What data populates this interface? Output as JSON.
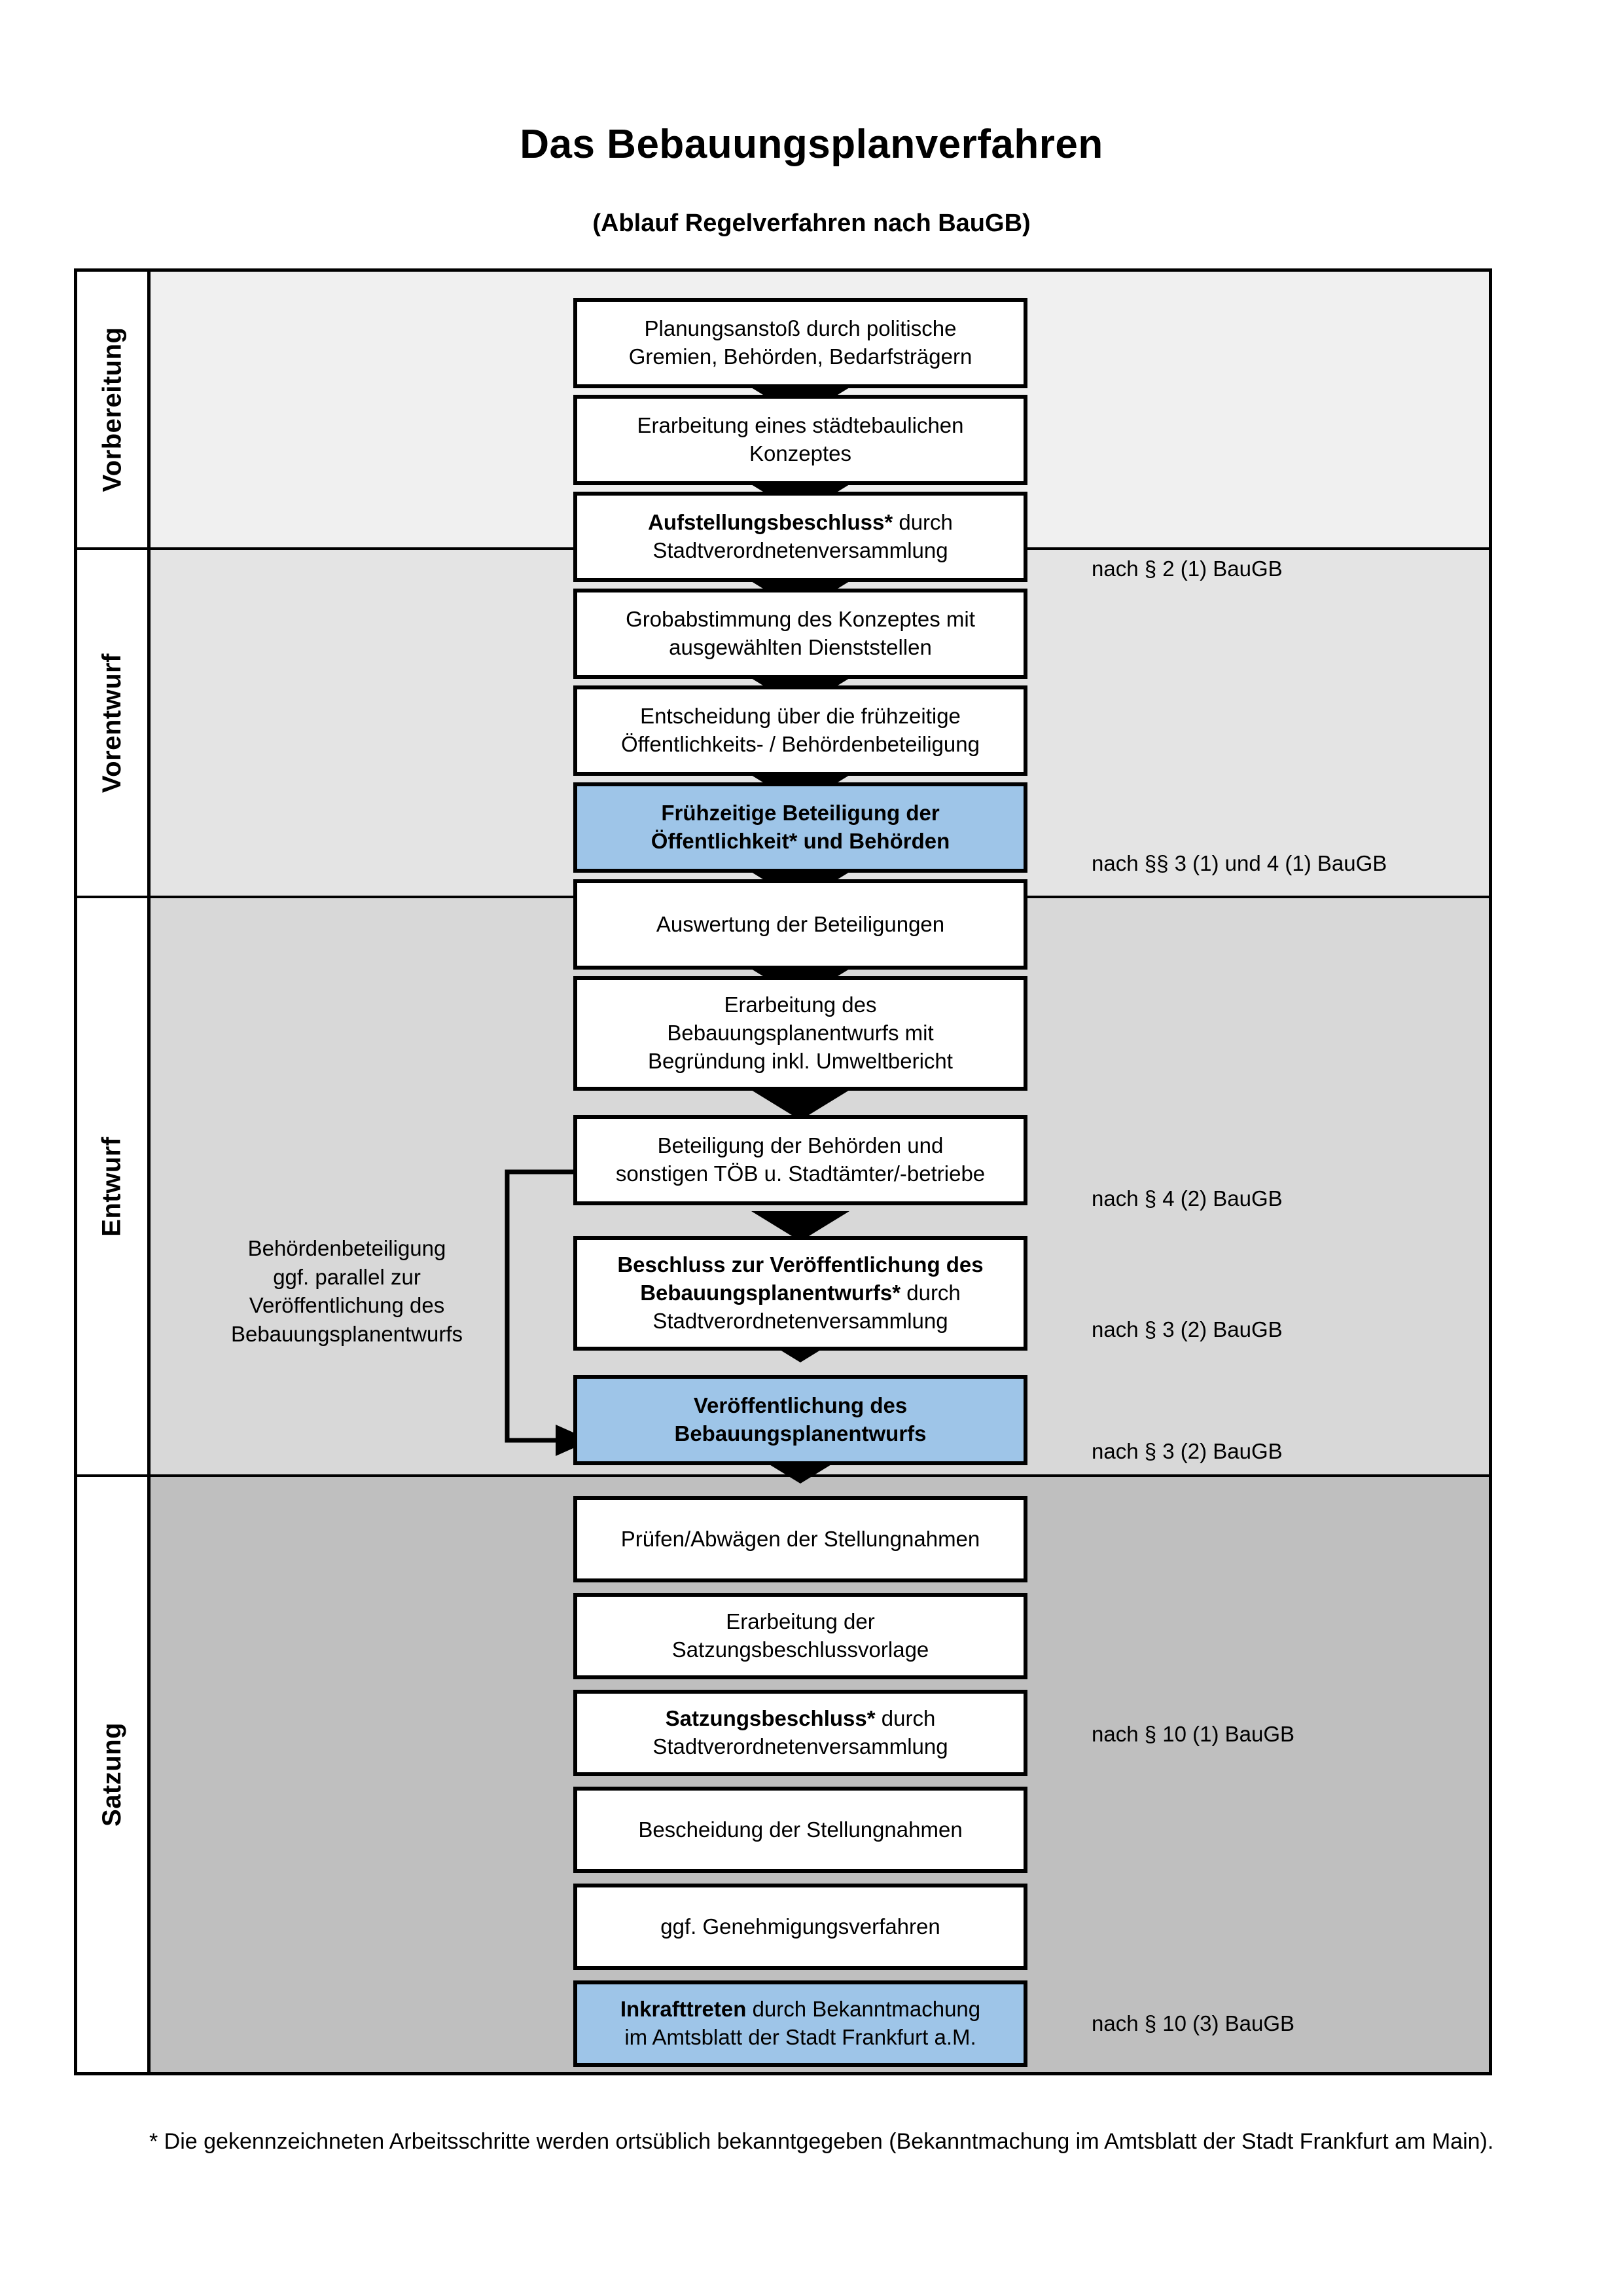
{
  "title": "Das Bebauungsplanverfahren",
  "subtitle": "(Ablauf Regelverfahren nach BauGB)",
  "colors": {
    "highlight": "#9ec5e8",
    "band_vorbereitung": "#f0f0f0",
    "band_vorentwurf": "#e4e4e4",
    "band_entwurf": "#d8d8d8",
    "band_satzung": "#bfbfbf",
    "border": "#000000"
  },
  "phases": [
    {
      "label": "Vorbereitung"
    },
    {
      "label": "Vorentwurf"
    },
    {
      "label": "Entwurf"
    },
    {
      "label": "Satzung"
    }
  ],
  "steps": [
    {
      "id": "planungsanstoss",
      "line1": "Planungsanstoß durch politische",
      "line2": "Gremien, Behörden, Bedarfsträgern",
      "bold_prefix": "",
      "highlight": false
    },
    {
      "id": "staedtebauliches-konzept",
      "line1": "Erarbeitung eines städtebaulichen",
      "line2": "Konzeptes",
      "bold_prefix": "",
      "highlight": false
    },
    {
      "id": "aufstellungsbeschluss",
      "line1": "Aufstellungsbeschluss* durch",
      "line2": "Stadtverordnetenversammlung",
      "bold_prefix": "Aufstellungsbeschluss*",
      "highlight": false
    },
    {
      "id": "grobabstimmung",
      "line1": "Grobabstimmung des Konzeptes mit",
      "line2": "ausgewählten Dienststellen",
      "bold_prefix": "",
      "highlight": false
    },
    {
      "id": "entscheidung-fruehzeitige",
      "line1": "Entscheidung über die frühzeitige",
      "line2": "Öffentlichkeits- / Behördenbeteiligung",
      "bold_prefix": "",
      "highlight": false
    },
    {
      "id": "fruehzeitige-beteiligung",
      "line1": "Frühzeitige Beteiligung der",
      "line2": "Öffentlichkeit* und Behörden",
      "bold_prefix": "ALL",
      "highlight": true
    },
    {
      "id": "auswertung-beteiligungen",
      "line1": "Auswertung der Beteiligungen",
      "line2": "",
      "bold_prefix": "",
      "highlight": false
    },
    {
      "id": "erarbeitung-entwurf",
      "line1": "Erarbeitung des",
      "line2": "Bebauungsplanentwurfs mit",
      "line3": "Begründung inkl. Umweltbericht",
      "bold_prefix": "",
      "highlight": false
    },
    {
      "id": "beteiligung-behoerden",
      "line1": "Beteiligung der Behörden und",
      "line2": "sonstigen TÖB u. Stadtämter/-betriebe",
      "bold_prefix": "",
      "highlight": false
    },
    {
      "id": "beschluss-veroeffentlichung",
      "line1": "Beschluss zur Veröffentlichung des",
      "line2": "Bebauungsplanentwurfs* durch",
      "line3": "Stadtverordnetenversammlung",
      "bold_prefix": "Beschluss zur Veröffentlichung des Bebauungsplanentwurfs*",
      "highlight": false
    },
    {
      "id": "veroeffentlichung-entwurf",
      "line1": "Veröffentlichung des",
      "line2": "Bebauungsplanentwurfs",
      "bold_prefix": "ALL",
      "highlight": true
    },
    {
      "id": "pruefen-abwaegen",
      "line1": "Prüfen/Abwägen der Stellungnahmen",
      "line2": "",
      "bold_prefix": "",
      "highlight": false
    },
    {
      "id": "erarbeitung-satzungsvorlage",
      "line1": "Erarbeitung der",
      "line2": "Satzungsbeschlussvorlage",
      "bold_prefix": "",
      "highlight": false
    },
    {
      "id": "satzungsbeschluss",
      "line1": "Satzungsbeschluss* durch",
      "line2": "Stadtverordnetenversammlung",
      "bold_prefix": "Satzungsbeschluss*",
      "highlight": false
    },
    {
      "id": "bescheidung-stellungnahmen",
      "line1": "Bescheidung der Stellungnahmen",
      "line2": "",
      "bold_prefix": "",
      "highlight": false
    },
    {
      "id": "genehmigungsverfahren",
      "line1": "ggf. Genehmigungsverfahren",
      "line2": "",
      "bold_prefix": "",
      "highlight": false
    },
    {
      "id": "inkrafttreten",
      "line1": "Inkrafttreten durch Bekanntmachung",
      "line2": "im Amtsblatt der Stadt Frankfurt a.M.",
      "bold_prefix": "Inkrafttreten",
      "highlight": true
    }
  ],
  "legal_refs": [
    {
      "id": "ref-par2-1",
      "text": "nach § 2 (1) BauGB"
    },
    {
      "id": "ref-par3-1-4-1",
      "text": "nach §§ 3 (1) und 4 (1) BauGB"
    },
    {
      "id": "ref-par4-2",
      "text": "nach § 4 (2) BauGB"
    },
    {
      "id": "ref-par3-2-a",
      "text": "nach § 3 (2) BauGB"
    },
    {
      "id": "ref-par3-2-b",
      "text": "nach § 3 (2) BauGB"
    },
    {
      "id": "ref-par10-1",
      "text": "nach § 10 (1) BauGB"
    },
    {
      "id": "ref-par10-3",
      "text": "nach § 10 (3) BauGB"
    }
  ],
  "side_note": {
    "line1": "Behördenbeteiligung",
    "line2": "ggf. parallel zur",
    "line3": "Veröffentlichung des",
    "line4": "Bebauungsplanentwurfs"
  },
  "footnote": "* Die gekennzeichneten Arbeitsschritte werden ortsüblich bekanntgegeben (Bekanntmachung im Amtsblatt  der Stadt Frankfurt am Main)."
}
